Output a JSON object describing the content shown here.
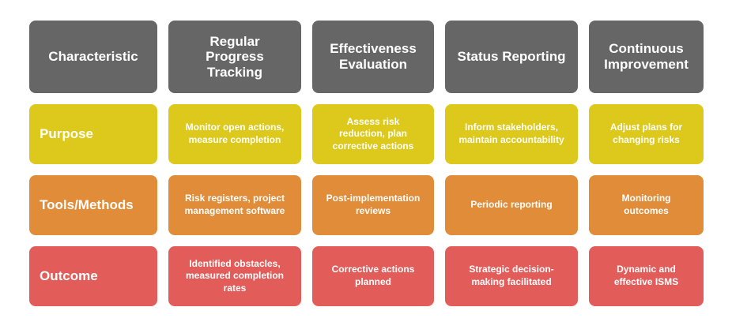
{
  "colors": {
    "page_bg": "#ffffff",
    "header_bg": "#666666",
    "purpose_bg": "#dcc91c",
    "tools_bg": "#e08c39",
    "outcome_bg": "#e25c59",
    "cell_text": "#ffffff"
  },
  "matrix": {
    "headers": [
      "Characteristic",
      "Regular Progress Tracking",
      "Effectiveness Evaluation",
      "Status Reporting",
      "Continuous Improvement"
    ],
    "rows": [
      {
        "label": "Purpose",
        "cells": [
          "Monitor open actions, measure completion",
          "Assess risk reduction, plan corrective actions",
          "Inform stakeholders, maintain accountability",
          "Adjust plans for changing risks"
        ]
      },
      {
        "label": "Tools/Methods",
        "cells": [
          "Risk registers, project management software",
          "Post-implementation reviews",
          "Periodic reporting",
          "Monitoring outcomes"
        ]
      },
      {
        "label": "Outcome",
        "cells": [
          "Identified obstacles, measured completion rates",
          "Corrective actions planned",
          "Strategic decision-making facilitated",
          "Dynamic and effective ISMS"
        ]
      }
    ]
  }
}
